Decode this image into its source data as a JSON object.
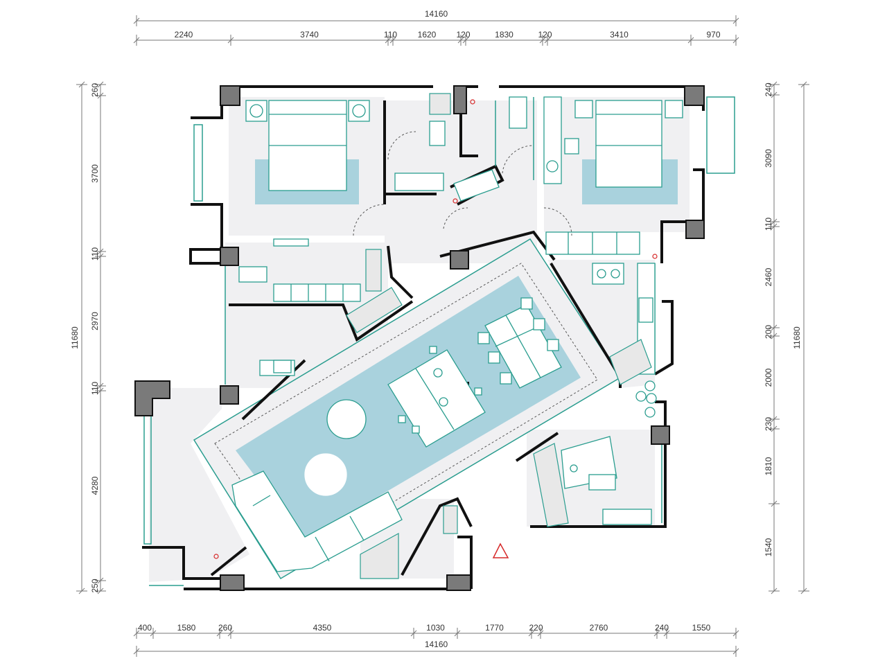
{
  "dimensions": {
    "top_total": "14160",
    "top_segments": [
      "2240",
      "3740",
      "110",
      "1620",
      "120",
      "1830",
      "120",
      "3410",
      "970"
    ],
    "bottom_total": "14160",
    "bottom_segments": [
      "400",
      "1580",
      "260",
      "4350",
      "1030",
      "1770",
      "220",
      "2760",
      "240",
      "1550"
    ],
    "left_total": "11680",
    "left_segments": [
      "260",
      "3700",
      "110",
      "2970",
      "110",
      "4280",
      "250"
    ],
    "right_total": "11680",
    "right_segments": [
      "240",
      "3090",
      "110",
      "2460",
      "200",
      "2000",
      "230",
      "1810",
      "1540"
    ]
  },
  "colors": {
    "wall": "#111111",
    "column": "#7a7a7a",
    "floor": "#f0f0f2",
    "rug": "#a9d2dd",
    "furniture_line": "#2a9d8f",
    "entrance_marker": "#d62828"
  },
  "icons": {
    "entrance": "triangle-marker",
    "fire_point": "red-circle-marker"
  }
}
